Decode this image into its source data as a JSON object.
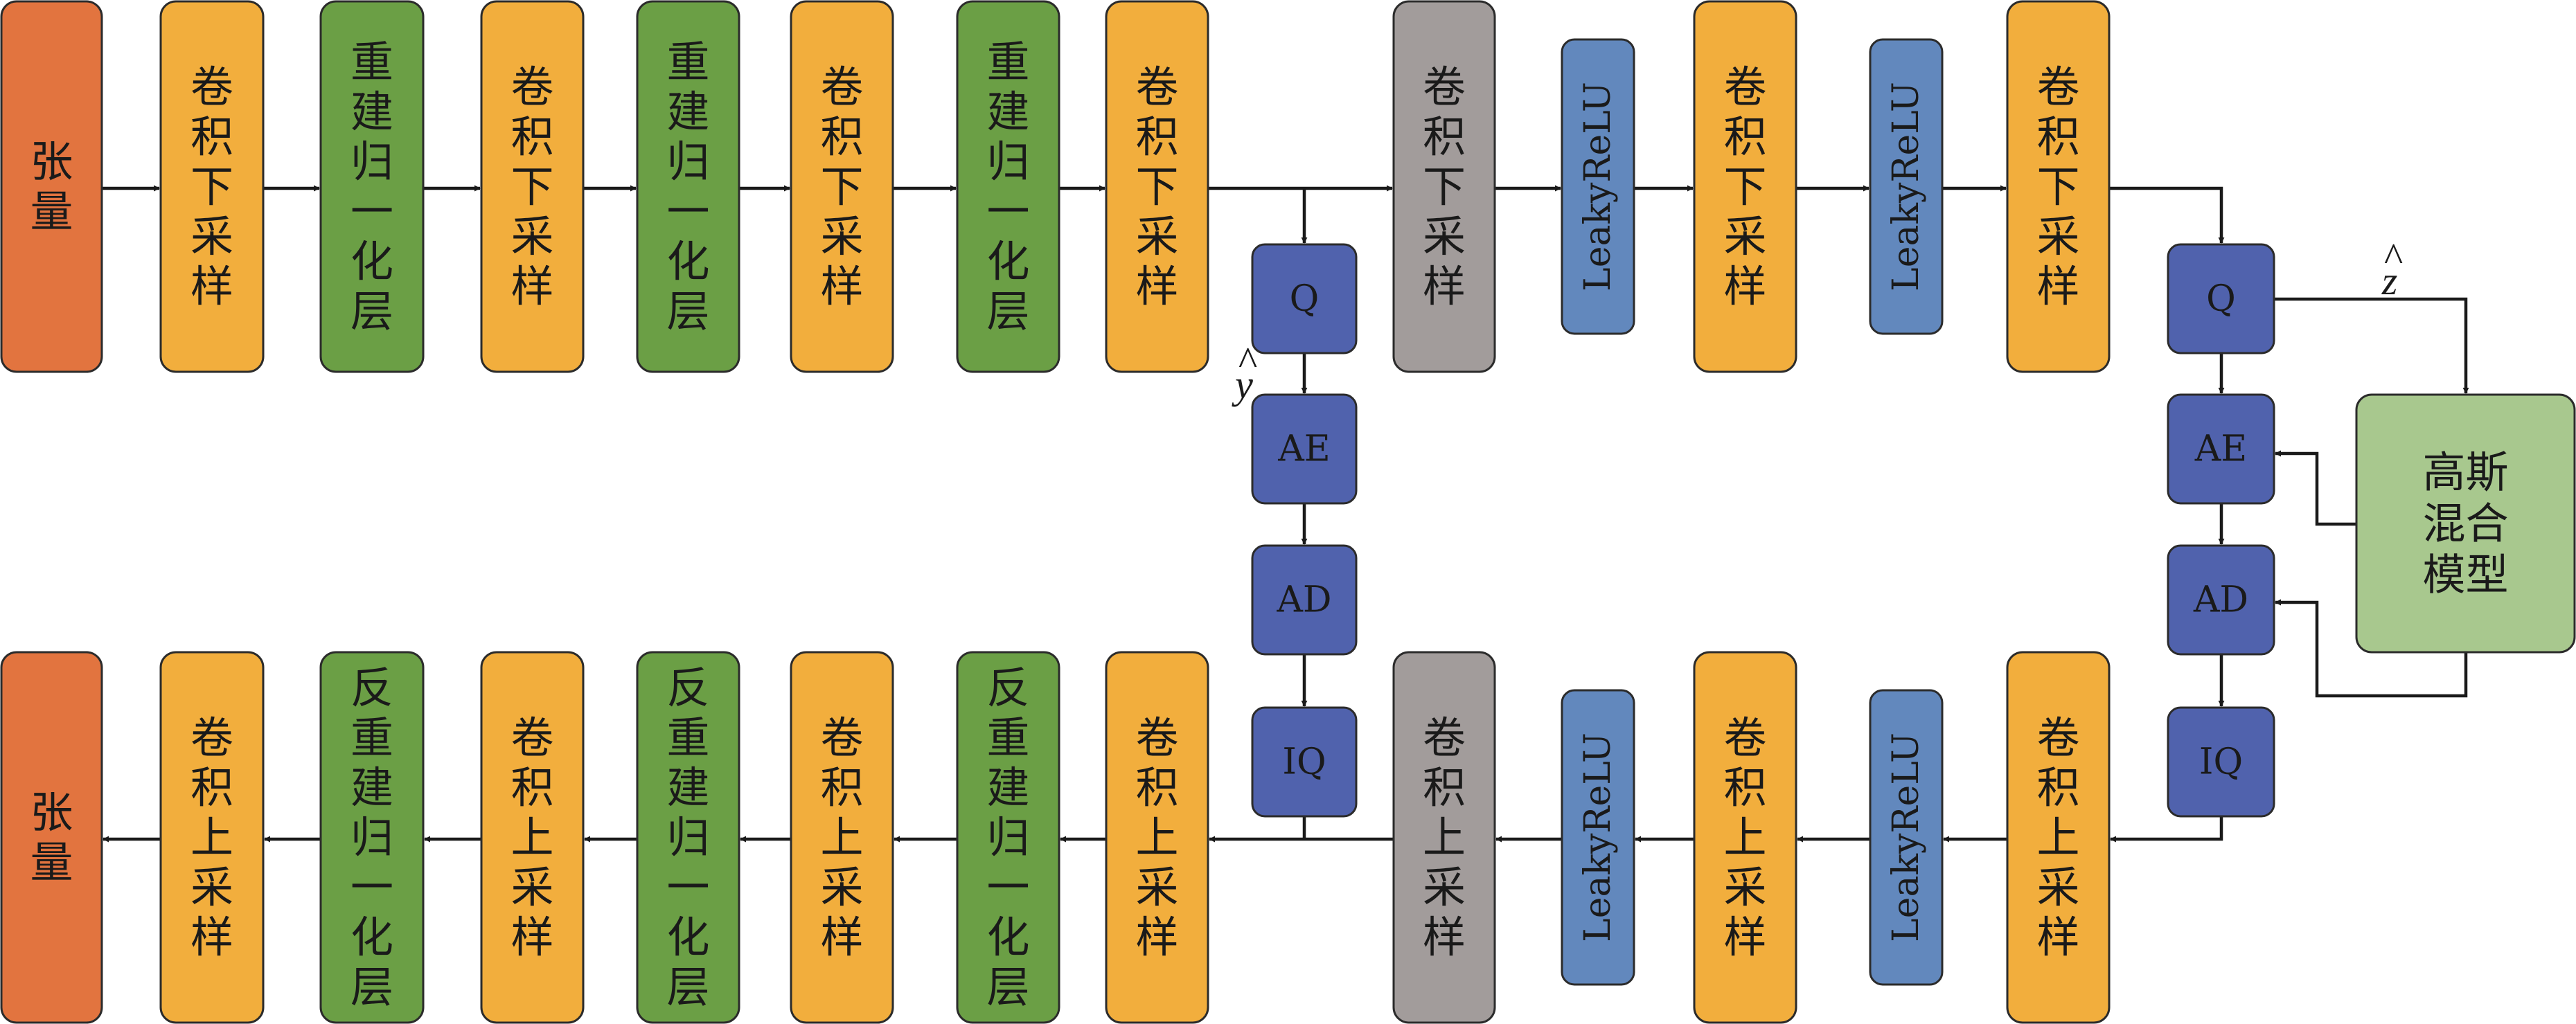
{
  "colors": {
    "tensor": "#e2743f",
    "conv": "#f2ae3d",
    "norm": "#6b9f45",
    "gray": "#a29c9b",
    "leaky": "#6288bd",
    "quant": "#5062ad",
    "gmm": "#a8c88e",
    "line": "#1a1a1a"
  },
  "labels": {
    "tensor": "张量",
    "conv_down": "卷积下采样",
    "conv_up": "卷积上采样",
    "gdn": "重建归一化层",
    "igdn": "反重建归一化层",
    "leaky": "LeakyReLU",
    "q": "Q",
    "ae": "AE",
    "ad": "AD",
    "iq": "IQ",
    "gmm_line1": "高斯",
    "gmm_line2": "混合",
    "gmm_line3": "模型",
    "y_hat": "y",
    "z_hat": "z",
    "hat": "^"
  },
  "icons": {
    "arrowhead": "filled-triangle-arrowhead"
  }
}
